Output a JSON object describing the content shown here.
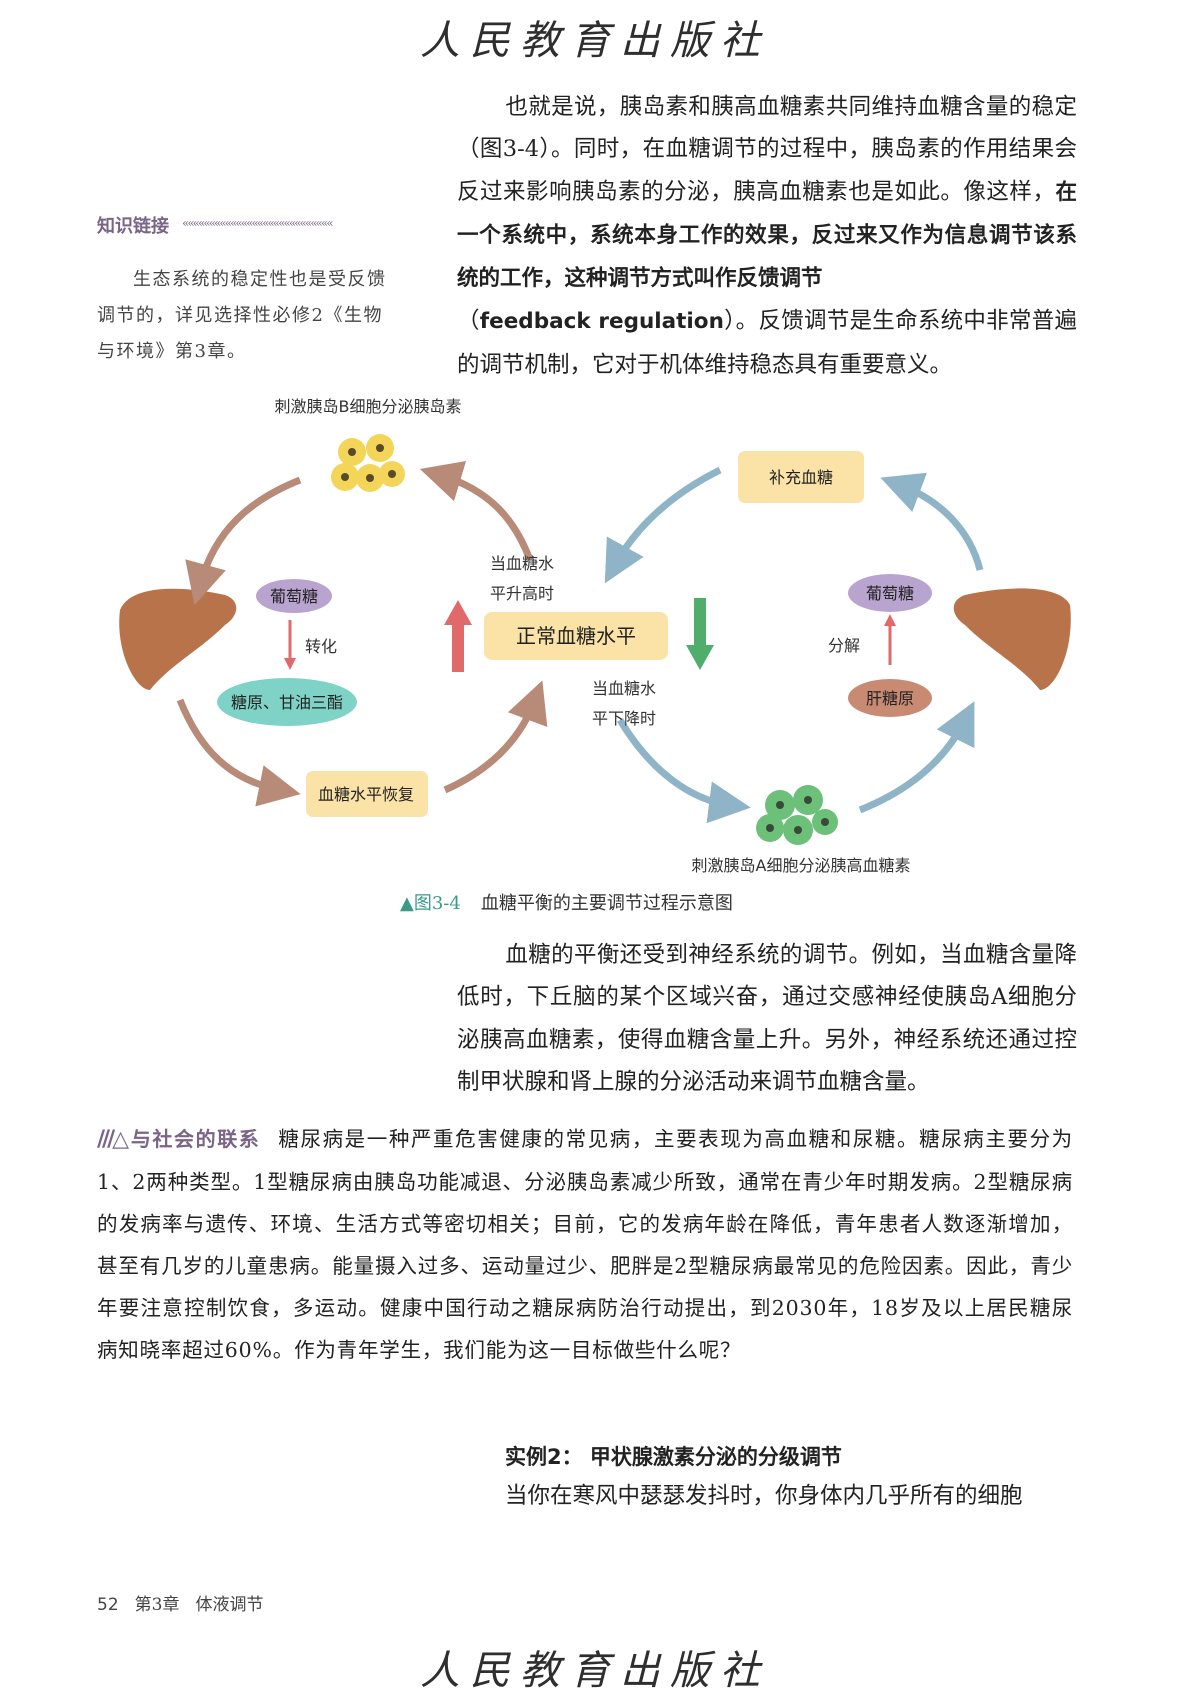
{
  "header": {
    "publisher_logo": "人民教育出版社"
  },
  "paragraph1": {
    "lines": [
      "也就是说，胰岛素和胰高血糖素共同维持血糖含量的稳定（图3-4）。同时，在血糖调节的过程中，胰岛素的作用结果会反过来影响胰岛素的分泌，胰高血糖素也是如此。像这样，",
      "在一个系统中，系统本身工作的效果，反过来又作为信息调节该系统的工作，这种调节方式叫作反馈调节",
      "（",
      "feedback regulation",
      "）。反馈调节是生命系统中非常普遍的调节机制，它对于机体维持稳态具有重要意义。"
    ]
  },
  "sidebar": {
    "title": "知识链接",
    "chevrons": "««««««««««««««««««««««««««««",
    "text": "生态系统的稳定性也是受反馈调节的，详见选择性必修2《生物与环境》第3章。"
  },
  "diagram": {
    "top_label": "刺激胰岛B细胞分泌胰岛素",
    "bottom_label": "刺激胰岛A细胞分泌胰高血糖素",
    "center": "正常血糖水平",
    "rise_line1": "当血糖水",
    "rise_line2": "平升高时",
    "fall_line1": "当血糖水",
    "fall_line2": "平下降时",
    "left_glucose": "葡萄糖",
    "convert": "转化",
    "glycogen_fat": "糖原、甘油三酯",
    "recover": "血糖水平恢复",
    "supplement": "补充血糖",
    "right_glucose": "葡萄糖",
    "decompose": "分解",
    "liver_glycogen": "肝糖原",
    "colors": {
      "yellow_box": "#fbe3a8",
      "purple_pill": "#b9a3cf",
      "teal_pill": "#7fd3c6",
      "brown_pill": "#c98a74",
      "red_arrow": "#e06a6a",
      "green_arrow": "#4fae6c",
      "blue_arrow": "#8fb4c8",
      "brown_arrow": "#b88a78"
    }
  },
  "caption": {
    "figure": "▲图3-4",
    "text": "血糖平衡的主要调节过程示意图"
  },
  "paragraph2": "血糖的平衡还受到神经系统的调节。例如，当血糖含量降低时，下丘脑的某个区域兴奋，通过交感神经使胰岛A细胞分泌胰高血糖素，使得血糖含量上升。另外，神经系统还通过控制甲状腺和肾上腺的分泌活动来调节血糖含量。",
  "society": {
    "icon": "///△",
    "title": "与社会的联系",
    "text": "糖尿病是一种严重危害健康的常见病，主要表现为高血糖和尿糖。糖尿病主要分为1、2两种类型。1型糖尿病由胰岛功能减退、分泌胰岛素减少所致，通常在青少年时期发病。2型糖尿病的发病率与遗传、环境、生活方式等密切相关；目前，它的发病年龄在降低，青年患者人数逐渐增加，甚至有几岁的儿童患病。能量摄入过多、运动量过少、肥胖是2型糖尿病最常见的危险因素。因此，青少年要注意控制饮食，多运动。健康中国行动之糖尿病防治行动提出，到2030年，18岁及以上居民糖尿病知晓率超过60%。作为青年学生，我们能为这一目标做些什么呢？"
  },
  "example": {
    "title": "实例2： 甲状腺激素分泌的分级调节",
    "text": "当你在寒风中瑟瑟发抖时，你身体内几乎所有的细胞"
  },
  "footer": {
    "page": "52",
    "chapter": "第3章",
    "section": "体液调节"
  }
}
